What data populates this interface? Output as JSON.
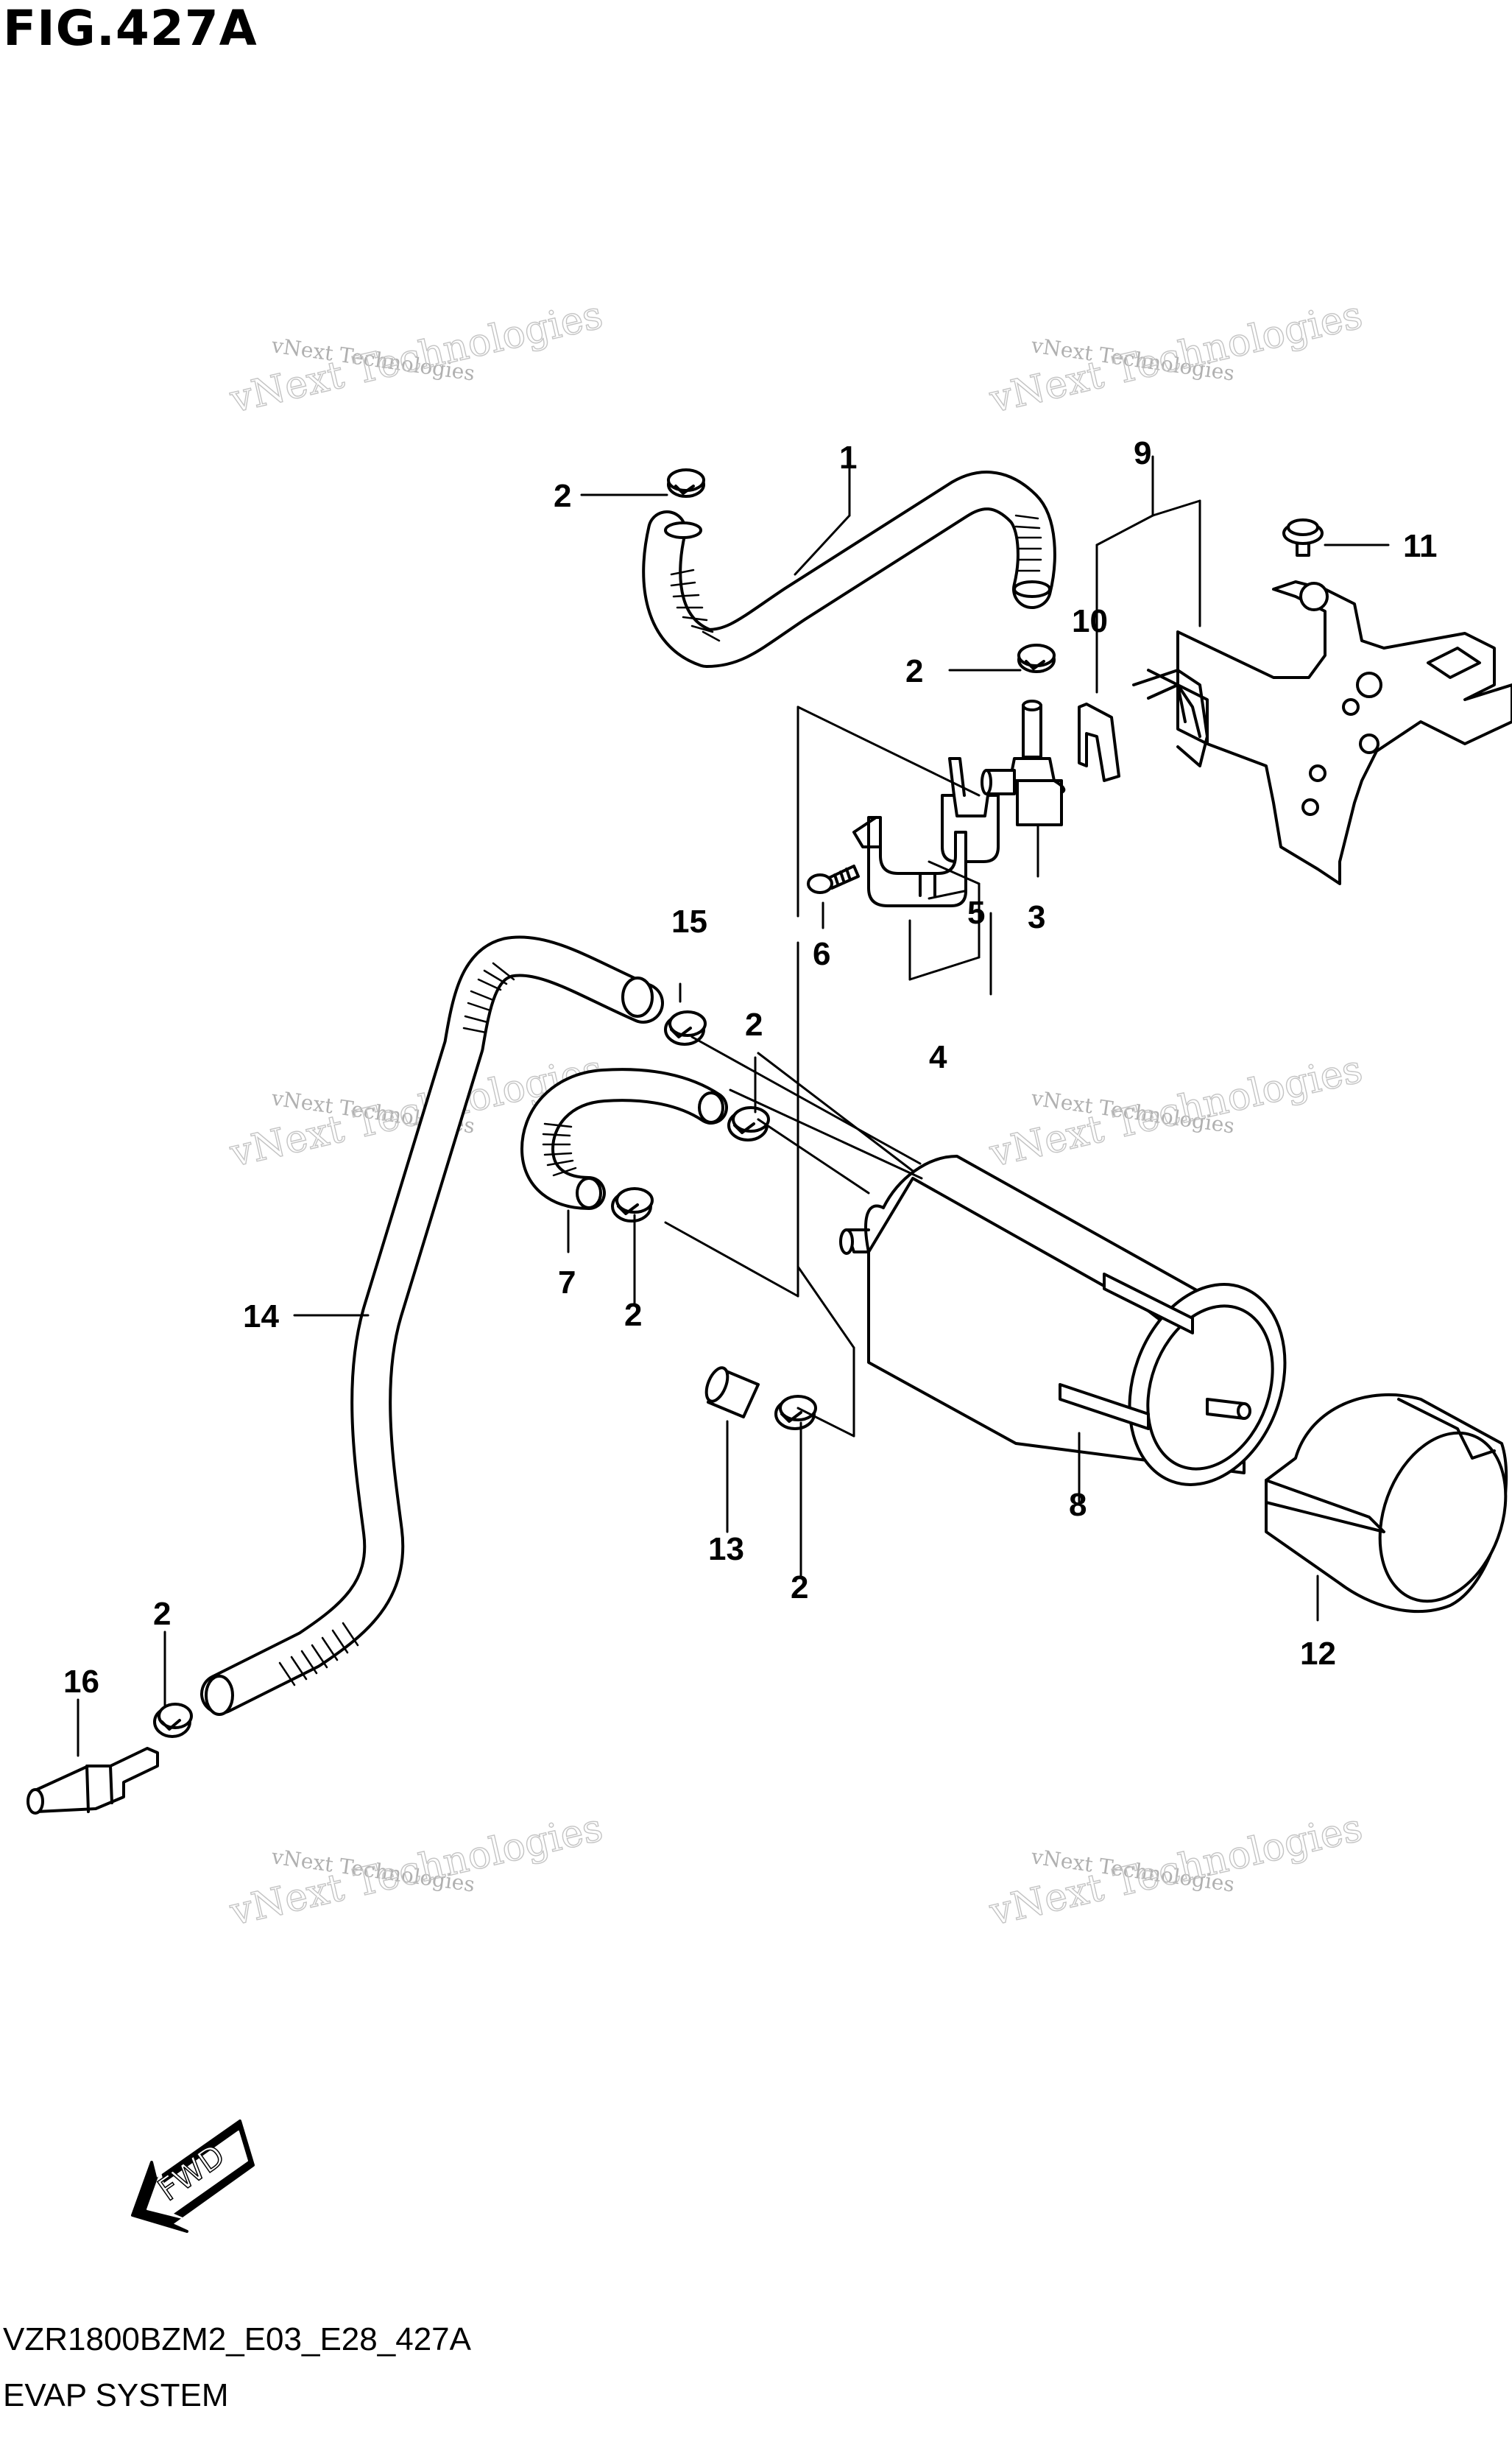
{
  "figure": {
    "title": "FIG.427A",
    "code": "VZR1800BZM2_E03_E28_427A",
    "caption": "EVAP SYSTEM",
    "direction_label": "FWD"
  },
  "watermark": {
    "line1": "vNext Technologies",
    "line2": "vNext Technologies"
  },
  "callouts": [
    {
      "id": "c1",
      "label": "1"
    },
    {
      "id": "c2a",
      "label": "2"
    },
    {
      "id": "c2b",
      "label": "2"
    },
    {
      "id": "c2c",
      "label": "2"
    },
    {
      "id": "c2d",
      "label": "2"
    },
    {
      "id": "c2e",
      "label": "2"
    },
    {
      "id": "c2f",
      "label": "2"
    },
    {
      "id": "c3",
      "label": "3"
    },
    {
      "id": "c4",
      "label": "4"
    },
    {
      "id": "c5",
      "label": "5"
    },
    {
      "id": "c6",
      "label": "6"
    },
    {
      "id": "c7",
      "label": "7"
    },
    {
      "id": "c8",
      "label": "8"
    },
    {
      "id": "c9",
      "label": "9"
    },
    {
      "id": "c10",
      "label": "10"
    },
    {
      "id": "c11",
      "label": "11"
    },
    {
      "id": "c12",
      "label": "12"
    },
    {
      "id": "c13",
      "label": "13"
    },
    {
      "id": "c14",
      "label": "14"
    },
    {
      "id": "c15",
      "label": "15"
    },
    {
      "id": "c16",
      "label": "16"
    }
  ],
  "colors": {
    "line": "#000000",
    "background": "#ffffff",
    "watermark": "#b8b8b8"
  }
}
